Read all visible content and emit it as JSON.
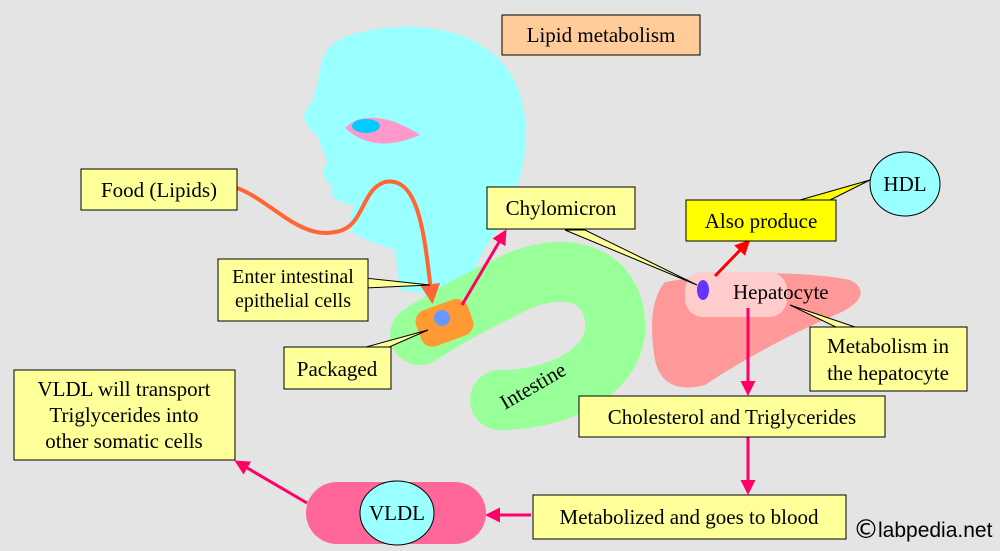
{
  "title": "Lipid metabolism",
  "labels": {
    "food": "Food (Lipids)",
    "enter_line1": "Enter intestinal",
    "enter_line2": "epithelial cells",
    "packaged": "Packaged",
    "chylomicron": "Chylomicron",
    "intestine": "Intestine",
    "also_produce": "Also produce",
    "hdl": "HDL",
    "hepatocyte": "Hepatocyte",
    "metabolism_line1": "Metabolism in",
    "metabolism_line2": "the hepatocyte",
    "chol_trig": "Cholesterol and Triglycerides",
    "metabolized": "Metabolized and goes to blood",
    "vldl": "VLDL",
    "vldl_line1": "VLDL  will transport",
    "vldl_line2": "Triglycerides into",
    "vldl_line3": "other somatic cells",
    "credit_symbol": "©",
    "credit": "labpedia.net"
  },
  "colors": {
    "background": "#e4e4e4",
    "label_box": "#ffff99",
    "label_box_bright": "#ffff00",
    "title_box": "#ffcc99",
    "head": "#99ffff",
    "intestine": "#99ff99",
    "liver": "#ff9999",
    "vldl_capsule": "#ff6699",
    "arrow": "#ff0066",
    "food_path": "#ff6633",
    "epithelial_cell": "#ff9933",
    "droplet": "#6699ff",
    "hepatocyte_droplet": "#6633ff"
  }
}
